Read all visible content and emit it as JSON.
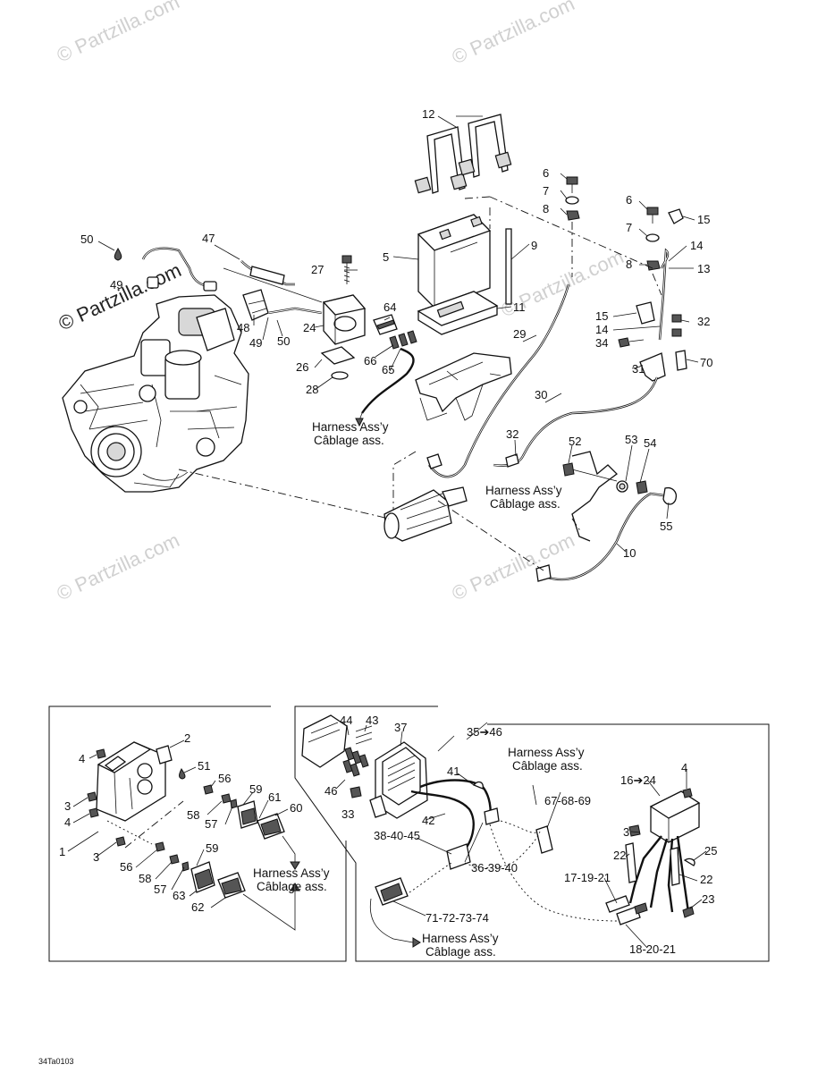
{
  "watermarks": {
    "light": "© Partzilla.com",
    "dark": "© Partzilla.com"
  },
  "drawing_code": "34Ta0103",
  "harness_label": {
    "line1": "Harness Ass’y",
    "line2": "Câblage ass."
  },
  "callouts": {
    "c1": "1",
    "c2": "2",
    "c3a": "3",
    "c3b": "3",
    "c3c": "3",
    "c4a": "4",
    "c4b": "4",
    "c4c": "4",
    "c5": "5",
    "c6a": "6",
    "c6b": "6",
    "c7a": "7",
    "c7b": "7",
    "c8a": "8",
    "c8b": "8",
    "c9": "9",
    "c10": "10",
    "c11": "11",
    "c12": "12",
    "c13": "13",
    "c14a": "14",
    "c14b": "14",
    "c15a": "15",
    "c15b": "15",
    "c16": "16➔24",
    "c17": "17-19-21",
    "c18": "18-20-21",
    "c22a": "22",
    "c22b": "22",
    "c23": "23",
    "c24": "24",
    "c25": "25",
    "c26": "26",
    "c27": "27",
    "c28": "28",
    "c29": "29",
    "c30": "30",
    "c31": "31",
    "c32a": "32",
    "c32b": "32",
    "c33": "33",
    "c34": "34",
    "c35": "35➔46",
    "c36": "36-39-40",
    "c37": "37",
    "c38": "38-40-45",
    "c41": "41",
    "c42": "42",
    "c43": "43",
    "c44": "44",
    "c46": "46",
    "c47": "47",
    "c48": "48",
    "c49a": "49",
    "c49b": "49",
    "c50a": "50",
    "c50b": "50",
    "c51": "51",
    "c52": "52",
    "c53": "53",
    "c54": "54",
    "c55": "55",
    "c56a": "56",
    "c56b": "56",
    "c57a": "57",
    "c57b": "57",
    "c58a": "58",
    "c58b": "58",
    "c59a": "59",
    "c59b": "59",
    "c60": "60",
    "c61": "61",
    "c62": "62",
    "c63": "63",
    "c64": "64",
    "c65": "65",
    "c66": "66",
    "c67": "67-68-69",
    "c70": "70",
    "c71": "71-72-73-74"
  },
  "colors": {
    "line": "#111111",
    "background": "#ffffff",
    "watermark": "#d0d0d0"
  }
}
